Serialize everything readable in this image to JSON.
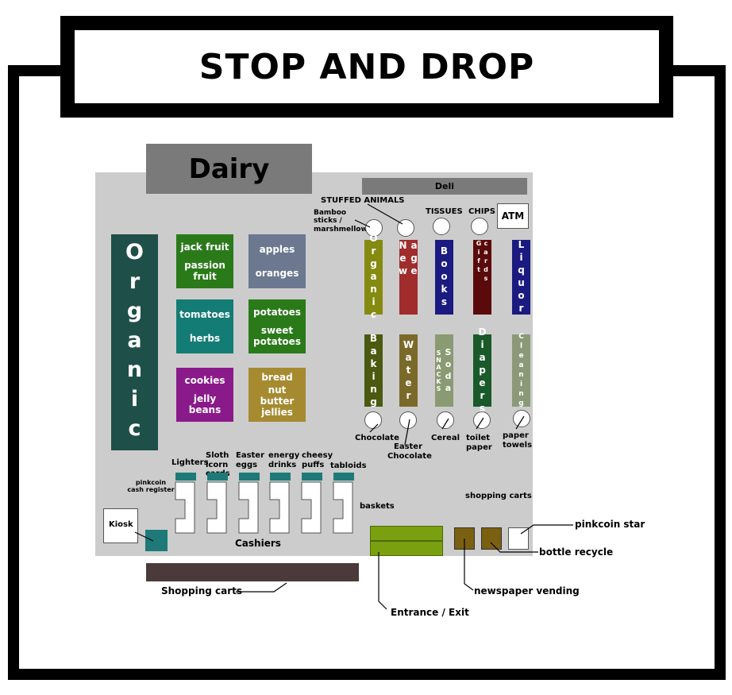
{
  "title": "STOP AND DROP",
  "sections": {
    "dairy": "Dairy",
    "deli": "Deli",
    "organic": "Organic"
  },
  "produce": [
    {
      "lines": [
        "jack fruit",
        "passion fruit"
      ],
      "color": "#2a7a1a"
    },
    {
      "lines": [
        "apples",
        "oranges"
      ],
      "color": "#6b7890"
    },
    {
      "lines": [
        "tomatoes",
        "herbs"
      ],
      "color": "#137c74"
    },
    {
      "lines": [
        "potatoes",
        "sweet potatoes"
      ],
      "color": "#2a7a1a"
    },
    {
      "lines": [
        "cookies",
        "jelly beans"
      ],
      "color": "#8a1a8a"
    },
    {
      "lines": [
        "bread",
        "nut butter jellies"
      ],
      "color": "#a68a30"
    }
  ],
  "top_labels": {
    "stuffed_animals": "STUFFED ANIMALS",
    "bamboo": "Bamboo sticks / marshmellow",
    "tissues": "TISSUES",
    "chips": "CHIPS",
    "atm": "ATM"
  },
  "aisles_top": [
    {
      "label": "Organic",
      "color": "#858a10"
    },
    {
      "label": "New age",
      "color": "#a02c2c"
    },
    {
      "label": "Books",
      "color": "#1a1a80"
    },
    {
      "label": "Gift cards",
      "color": "#5a0a0a"
    },
    {
      "label": "Liquor",
      "color": "#1a1a80"
    }
  ],
  "aisles_bottom": [
    {
      "label": "Baking",
      "color": "#4a5a10"
    },
    {
      "label": "Water",
      "color": "#7a6a2a"
    },
    {
      "label": "Soda",
      "color": "#8a9a72"
    },
    {
      "label": "Diapers",
      "color": "#1a5a2a"
    },
    {
      "label": "Cleaning",
      "color": "#8a9a78"
    }
  ],
  "snacks": "SNACKS",
  "endcaps": {
    "chocolate": "Chocolate",
    "easter_chocolate": "Easter Chocolate",
    "cereal": "Cereal",
    "toilet_paper": "toilet paper",
    "paper_towels": "paper towels"
  },
  "checkout_items": [
    "Lighters",
    "Sloth icorn cards",
    "Easter eggs",
    "energy drinks",
    "cheesy puffs",
    "tabloids"
  ],
  "labels": {
    "pinkcoin_register": "pinkcoin cash register",
    "kiosk": "Kiosk",
    "cashiers": "Cashiers",
    "baskets": "baskets",
    "shopping_carts_inside": "shopping carts",
    "shopping_carts_outside": "Shopping carts",
    "entrance": "Entrance / Exit",
    "newspaper": "newspaper vending",
    "bottle_recycle": "bottle recycle",
    "pinkcoin_star": "pinkcoin star"
  },
  "colors": {
    "floor": "#cccccc",
    "organic_wall": "#1f4f49",
    "entrance_mat": "#7aa010",
    "vending": "#7a6010",
    "cart_bar": "#4a3a3a",
    "checkout_teal": "#1e7a78"
  }
}
